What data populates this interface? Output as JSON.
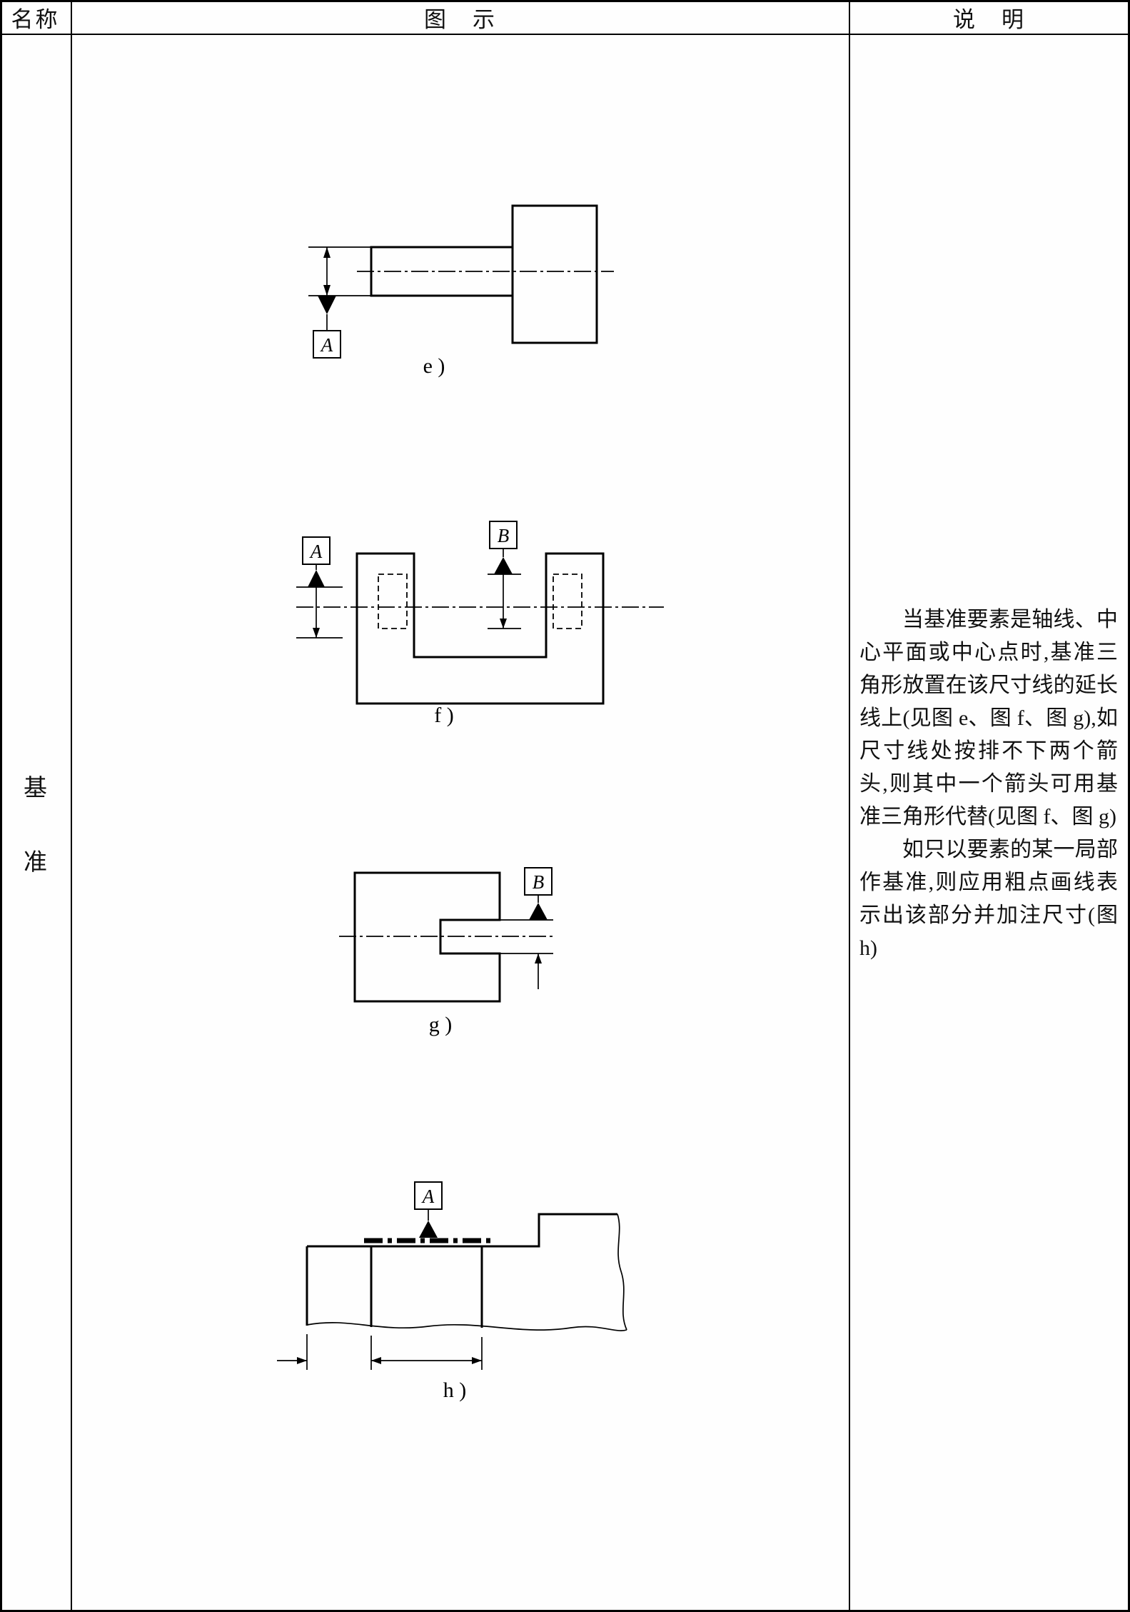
{
  "header": {
    "col_name": "名称",
    "col_illustration": "图　示",
    "col_note": "说　明"
  },
  "row_label": {
    "char1": "基",
    "char2": "准"
  },
  "figures": {
    "e": {
      "caption": "e )",
      "datum_a": "A"
    },
    "f": {
      "caption": "f )",
      "datum_a": "A",
      "datum_b": "B"
    },
    "g": {
      "caption": "g )",
      "datum_b": "B"
    },
    "h": {
      "caption": "h )",
      "datum_a": "A"
    }
  },
  "notes": {
    "para1": "当基准要素是轴线、中心平面或中心点时,基准三角形放置在该尺寸线的延长线上(见图 e、图 f、图 g),如尺寸线处按排不下两个箭头,则其中一个箭头可用基准三角形代替(见图 f、图 g)",
    "para2": "如只以要素的某一局部作基准,则应用粗点画线表示出该部分并加注尺寸(图 h)"
  }
}
